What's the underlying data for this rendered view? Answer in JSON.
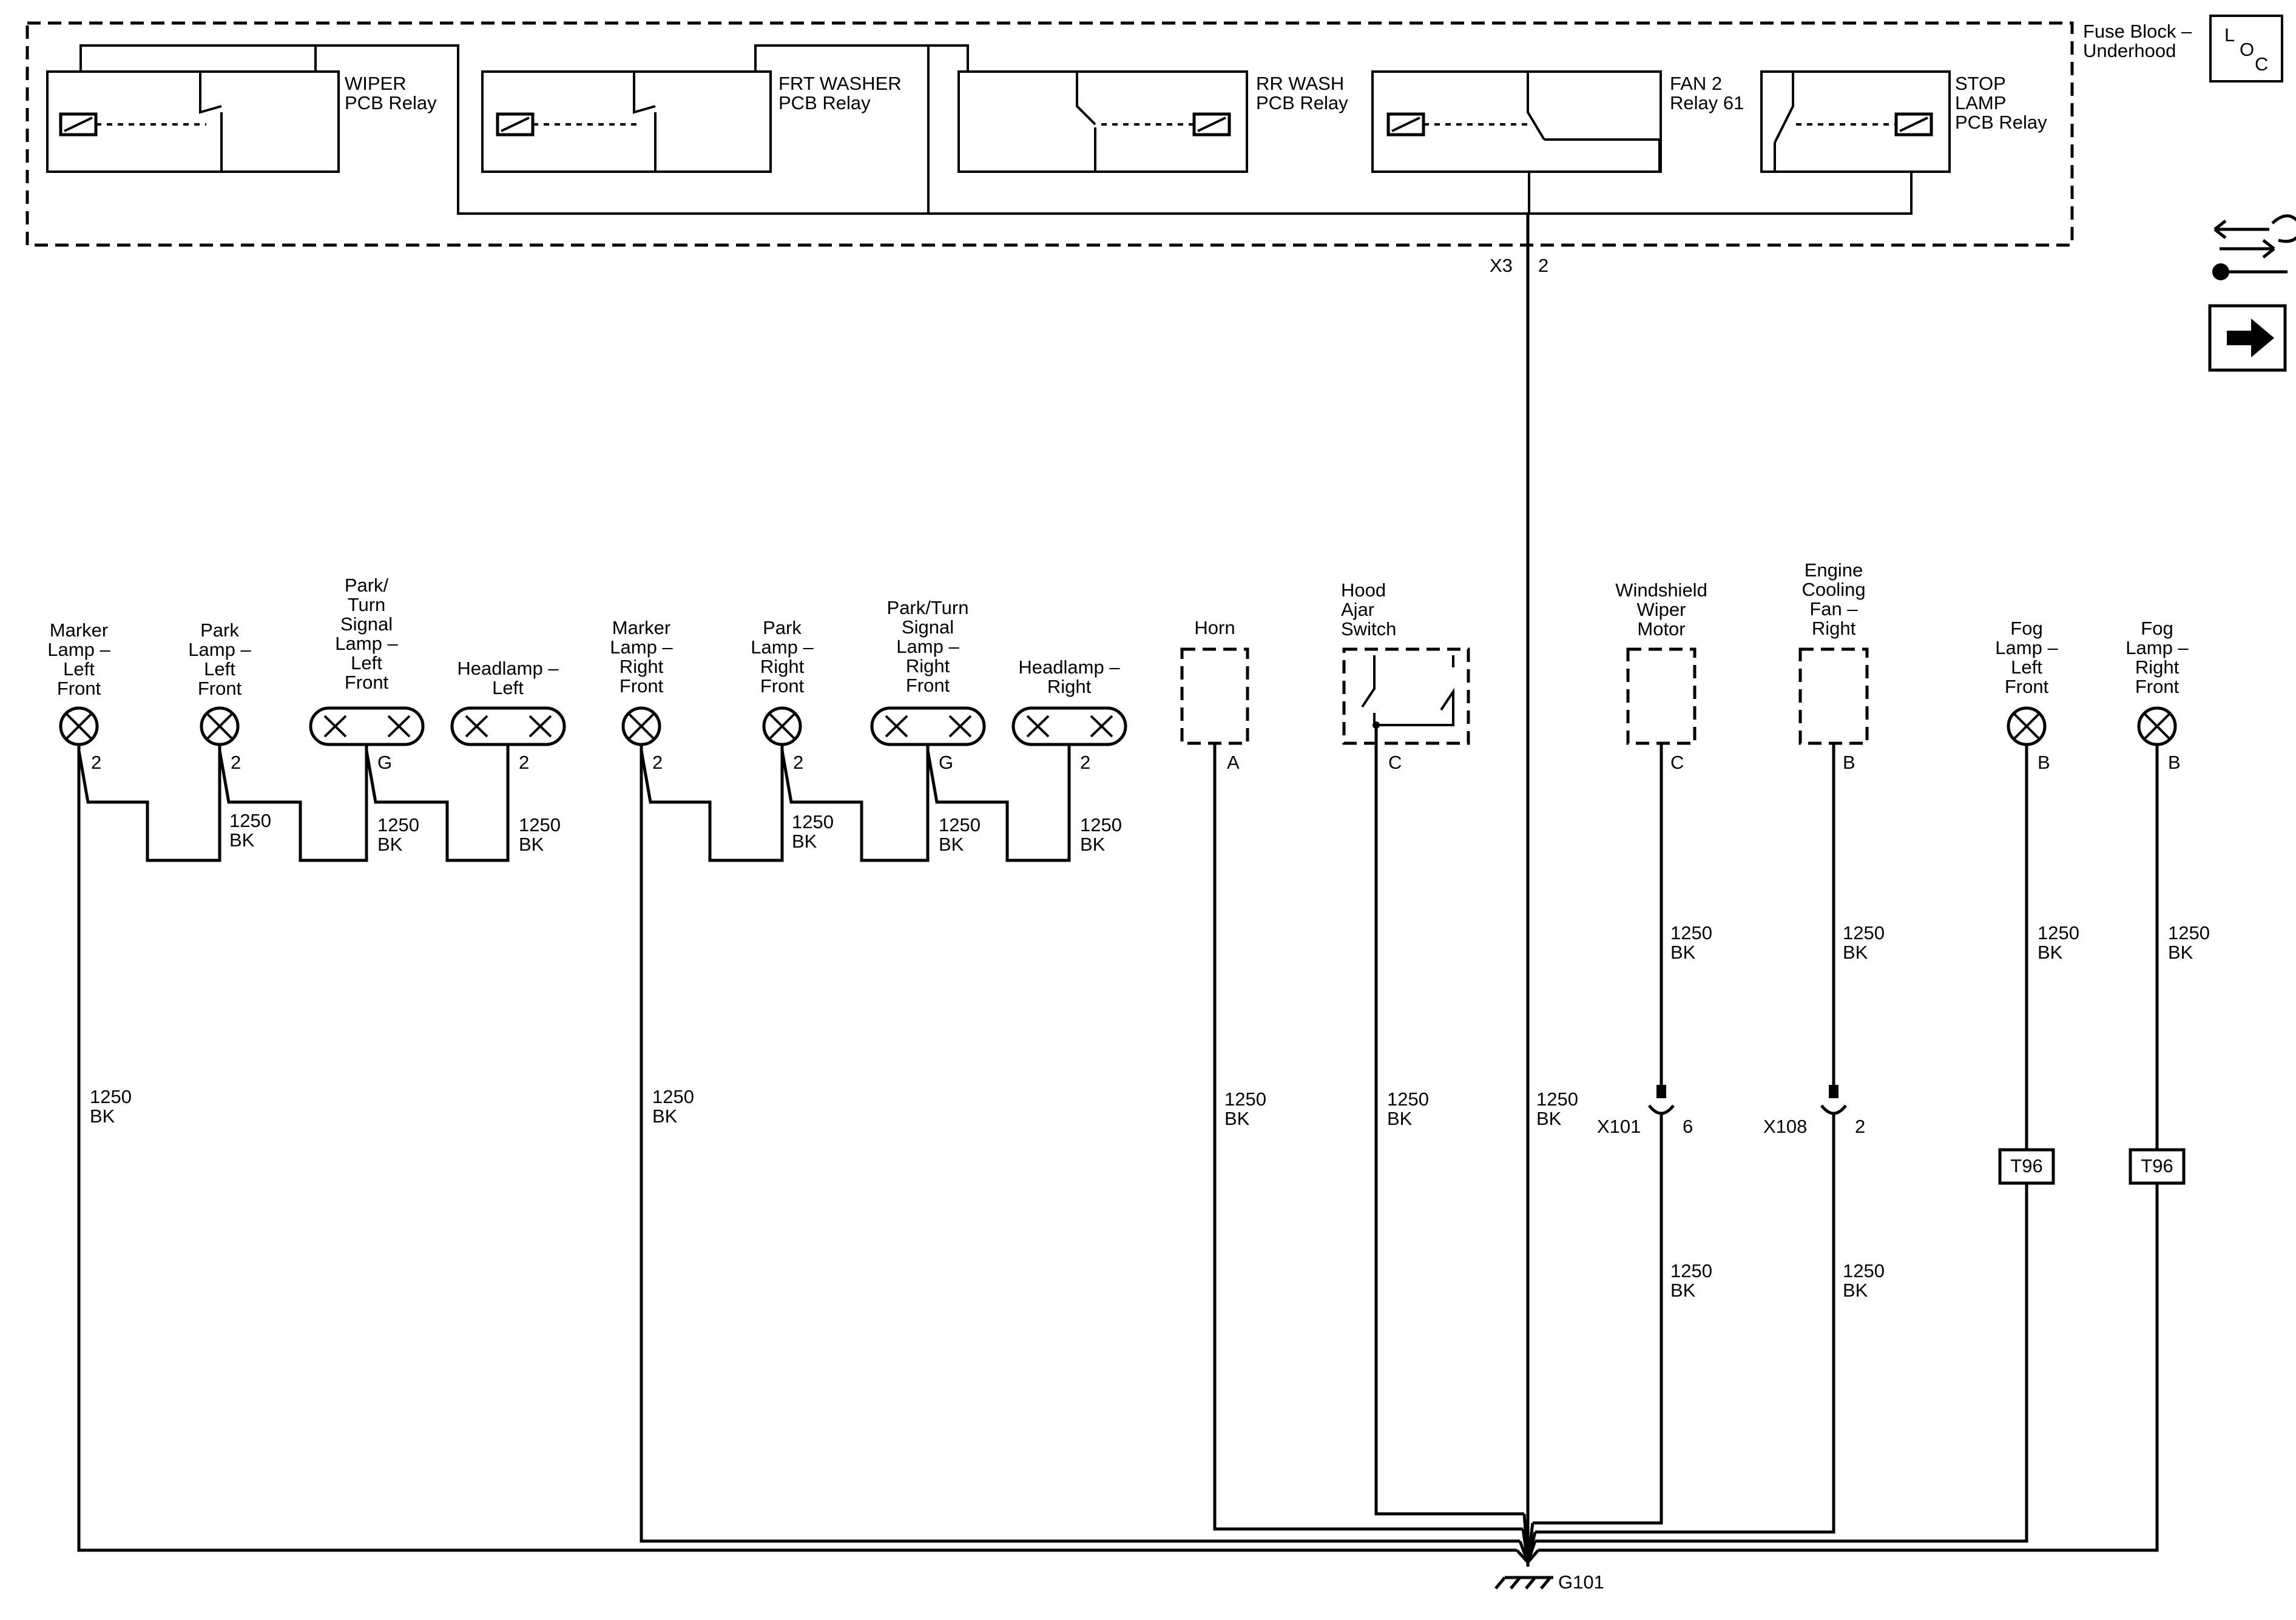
{
  "fuse_block": {
    "title_line1": "Fuse Block –",
    "title_line2": "Underhood",
    "loc_letters": [
      "L",
      "O",
      "C"
    ],
    "connector_id": "X3",
    "connector_pin": "2"
  },
  "relays": [
    {
      "line1": "WIPER",
      "line2": "PCB Relay",
      "line3": ""
    },
    {
      "line1": "FRT WASHER",
      "line2": "PCB Relay",
      "line3": ""
    },
    {
      "line1": "RR WASH",
      "line2": "PCB Relay",
      "line3": ""
    },
    {
      "line1": "FAN 2",
      "line2": "Relay 61",
      "line3": ""
    },
    {
      "line1": "STOP",
      "line2": "LAMP",
      "line3": "PCB Relay"
    }
  ],
  "components": {
    "marker_left": [
      "Marker",
      "Lamp –",
      "Left",
      "Front"
    ],
    "park_left": [
      "Park",
      "Lamp –",
      "Left",
      "Front"
    ],
    "turn_left": [
      "Park/",
      "Turn",
      "Signal",
      "Lamp –",
      "Left",
      "Front"
    ],
    "head_left": [
      "Headlamp –",
      "Left"
    ],
    "marker_right": [
      "Marker",
      "Lamp –",
      "Right",
      "Front"
    ],
    "park_right": [
      "Park",
      "Lamp –",
      "Right",
      "Front"
    ],
    "turn_right": [
      "Park/Turn",
      "Signal",
      "Lamp –",
      "Right",
      "Front"
    ],
    "head_right": [
      "Headlamp –",
      "Right"
    ],
    "horn": [
      "Horn"
    ],
    "hood": [
      "Hood",
      "Ajar",
      "Switch"
    ],
    "wiper_motor": [
      "Windshield",
      "Wiper",
      "Motor"
    ],
    "fan_right": [
      "Engine",
      "Cooling",
      "Fan –",
      "Right"
    ],
    "fog_left": [
      "Fog",
      "Lamp –",
      "Left",
      "Front"
    ],
    "fog_right": [
      "Fog",
      "Lamp –",
      "Right",
      "Front"
    ]
  },
  "pins": {
    "marker_left": "2",
    "park_left": "2",
    "turn_left": "G",
    "head_left": "2",
    "marker_right": "2",
    "park_right": "2",
    "turn_right": "G",
    "head_right": "2",
    "horn": "A",
    "hood": "C",
    "wiper_motor": "C",
    "fan_right": "B",
    "fog_left": "B",
    "fog_right": "B"
  },
  "wire": {
    "gauge": "1250",
    "color": "BK"
  },
  "inline_connectors": {
    "x101": {
      "id": "X101",
      "pin": "6"
    },
    "x108": {
      "id": "X108",
      "pin": "2"
    }
  },
  "splice_label": "T96",
  "ground_label": "G101"
}
